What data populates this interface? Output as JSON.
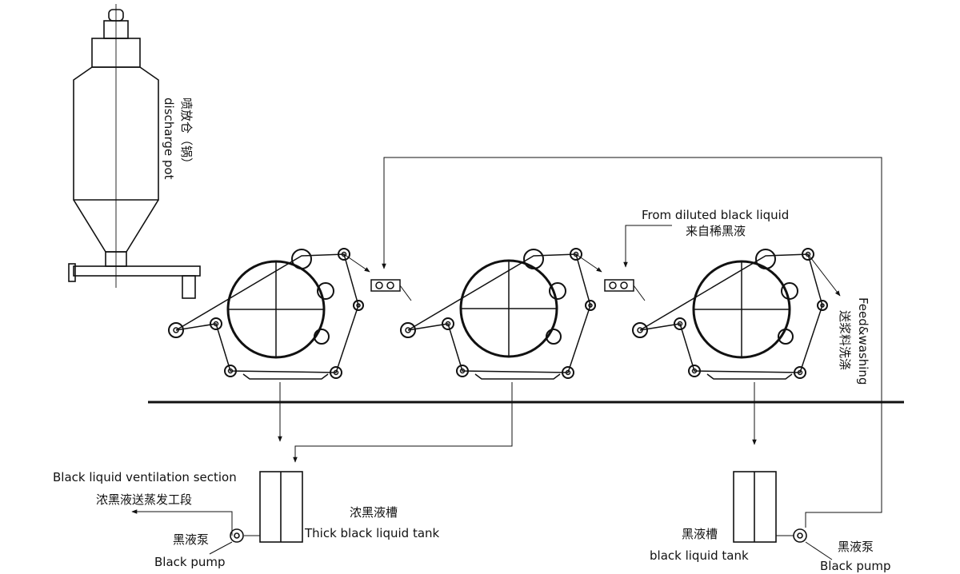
{
  "labels": {
    "discharge_cn": "喷放仓（锅）",
    "discharge_en": "discharge pot",
    "diluted_en": "From diluted black liquid",
    "diluted_cn": "来自稀黑液",
    "feed_en": "Feed&washing",
    "feed_cn": "送浆料洗涤",
    "ventilation_en": "Black liquid ventilation section",
    "ventilation_cn": "浓黑液送蒸发工段",
    "thick_tank_cn": "浓黑液槽",
    "thick_tank_en": "Thick black liquid tank",
    "pump_left_cn": "黑液泵",
    "pump_left_en": "Black pump",
    "tank_right_cn": "黑液槽",
    "tank_right_en": "black liquid tank",
    "pump_right_cn": "黑液泵",
    "pump_right_en": "Black pump"
  },
  "colors": {
    "line": "#111111",
    "background": "#ffffff"
  }
}
